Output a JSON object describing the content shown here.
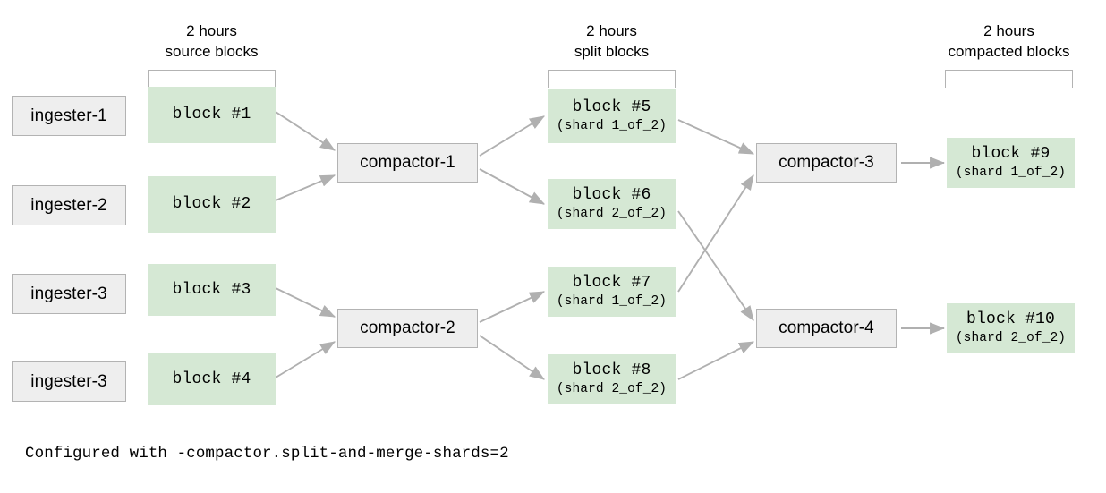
{
  "diagram": {
    "title_caption": "Configured with -compactor.split-and-merge-shards=2",
    "colors": {
      "block_fill": "#d5e8d4",
      "process_fill": "#eeeeee",
      "process_stroke": "#b3b3b3",
      "arrow_stroke": "#b0b0b0",
      "bracket_stroke": "#b3b3b3",
      "text": "#000000",
      "background": "#ffffff"
    },
    "column_headers": [
      {
        "id": "source",
        "line1": "2 hours",
        "line2": "source blocks"
      },
      {
        "id": "split",
        "line1": "2 hours",
        "line2": "split blocks"
      },
      {
        "id": "compacted",
        "line1": "2 hours",
        "line2": "compacted blocks"
      }
    ],
    "ingesters": [
      {
        "id": "ingester-1",
        "label": "ingester-1"
      },
      {
        "id": "ingester-2",
        "label": "ingester-2"
      },
      {
        "id": "ingester-3a",
        "label": "ingester-3"
      },
      {
        "id": "ingester-3b",
        "label": "ingester-3"
      }
    ],
    "source_blocks": [
      {
        "id": "block-1",
        "title": "block #1",
        "sub": ""
      },
      {
        "id": "block-2",
        "title": "block #2",
        "sub": ""
      },
      {
        "id": "block-3",
        "title": "block #3",
        "sub": ""
      },
      {
        "id": "block-4",
        "title": "block #4",
        "sub": ""
      }
    ],
    "compactors_stage1": [
      {
        "id": "compactor-1",
        "label": "compactor-1"
      },
      {
        "id": "compactor-2",
        "label": "compactor-2"
      }
    ],
    "split_blocks": [
      {
        "id": "block-5",
        "title": "block #5",
        "sub": "(shard 1_of_2)"
      },
      {
        "id": "block-6",
        "title": "block #6",
        "sub": "(shard 2_of_2)"
      },
      {
        "id": "block-7",
        "title": "block #7",
        "sub": "(shard 1_of_2)"
      },
      {
        "id": "block-8",
        "title": "block #8",
        "sub": "(shard 2_of_2)"
      }
    ],
    "compactors_stage2": [
      {
        "id": "compactor-3",
        "label": "compactor-3"
      },
      {
        "id": "compactor-4",
        "label": "compactor-4"
      }
    ],
    "compacted_blocks": [
      {
        "id": "block-9",
        "title": "block #9",
        "sub": "(shard 1_of_2)"
      },
      {
        "id": "block-10",
        "title": "block #10",
        "sub": "(shard 2_of_2)"
      }
    ],
    "connections": [
      {
        "from": "block-1",
        "to": "compactor-1"
      },
      {
        "from": "block-2",
        "to": "compactor-1"
      },
      {
        "from": "block-3",
        "to": "compactor-2"
      },
      {
        "from": "block-4",
        "to": "compactor-2"
      },
      {
        "from": "compactor-1",
        "to": "block-5"
      },
      {
        "from": "compactor-1",
        "to": "block-6"
      },
      {
        "from": "compactor-2",
        "to": "block-7"
      },
      {
        "from": "compactor-2",
        "to": "block-8"
      },
      {
        "from": "block-5",
        "to": "compactor-3"
      },
      {
        "from": "block-6",
        "to": "compactor-4"
      },
      {
        "from": "block-7",
        "to": "compactor-3"
      },
      {
        "from": "block-8",
        "to": "compactor-4"
      },
      {
        "from": "compactor-3",
        "to": "block-9"
      },
      {
        "from": "compactor-4",
        "to": "block-10"
      }
    ]
  }
}
